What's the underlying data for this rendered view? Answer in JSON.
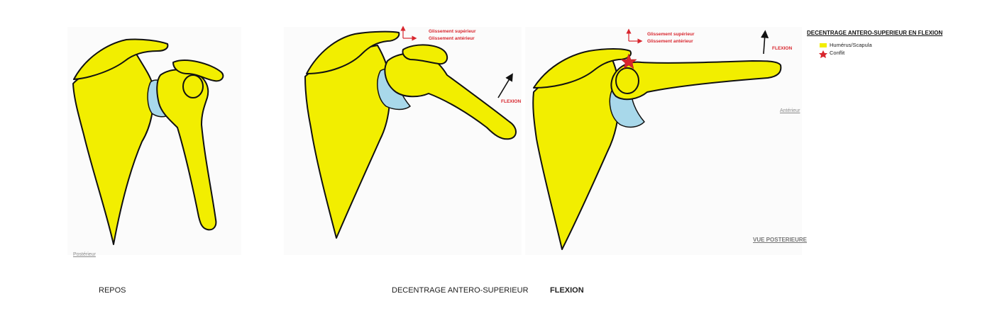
{
  "colors": {
    "bone": "#f2ee00",
    "cartilage": "#a8d8ea",
    "outline": "#111111",
    "arrow_red": "#d8262e",
    "arrow_black": "#111111"
  },
  "panels": {
    "rest": {
      "view_label": "Postérieur",
      "caption": "REPOS"
    },
    "middle": {
      "glide_up": "Glissement supérieur",
      "glide_forward": "Glissement antérieur",
      "motion": "FLEXION",
      "caption": "DECENTRAGE ANTERO-SUPERIEUR"
    },
    "right": {
      "glide_up": "Glissement supérieur",
      "glide_forward": "Glissement antérieur",
      "motion": "FLEXION",
      "view_label": "Antérieur",
      "view": "VUE POSTERIEURE",
      "caption": "FLEXION"
    }
  },
  "legend": {
    "title": "DECENTRAGE ANTERO-SUPERIEUR  EN FLEXION",
    "items": [
      {
        "label": "Humérus/Scapula",
        "icon": "yellow-square-icon"
      },
      {
        "label": "Conflit",
        "icon": "red-star-icon"
      }
    ]
  }
}
